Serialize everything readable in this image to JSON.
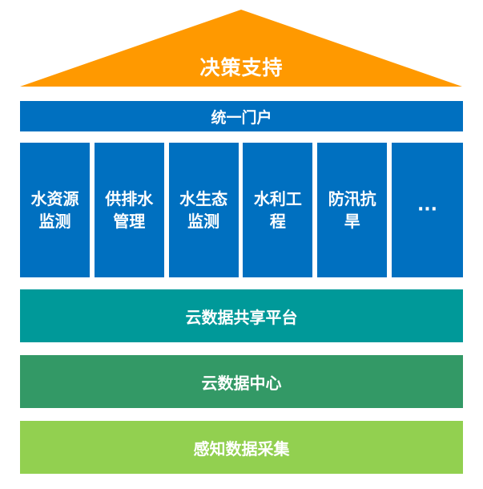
{
  "colors": {
    "roof": "#FF9900",
    "portal": "#0070C0",
    "pillar": "#0070C0",
    "share_platform": "#009999",
    "data_center": "#339966",
    "data_collection": "#92D050",
    "text": "#FFFFFF"
  },
  "roof": {
    "label": "决策支持"
  },
  "portal": {
    "label": "统一门户"
  },
  "pillars": [
    {
      "label": "水资源监测"
    },
    {
      "label": "供排水管理"
    },
    {
      "label": "水生态监测"
    },
    {
      "label": "水利工程"
    },
    {
      "label": "防汛抗旱"
    },
    {
      "label": "···"
    }
  ],
  "layers": {
    "share_platform": "云数据共享平台",
    "data_center": "云数据中心",
    "data_collection": "感知数据采集"
  }
}
